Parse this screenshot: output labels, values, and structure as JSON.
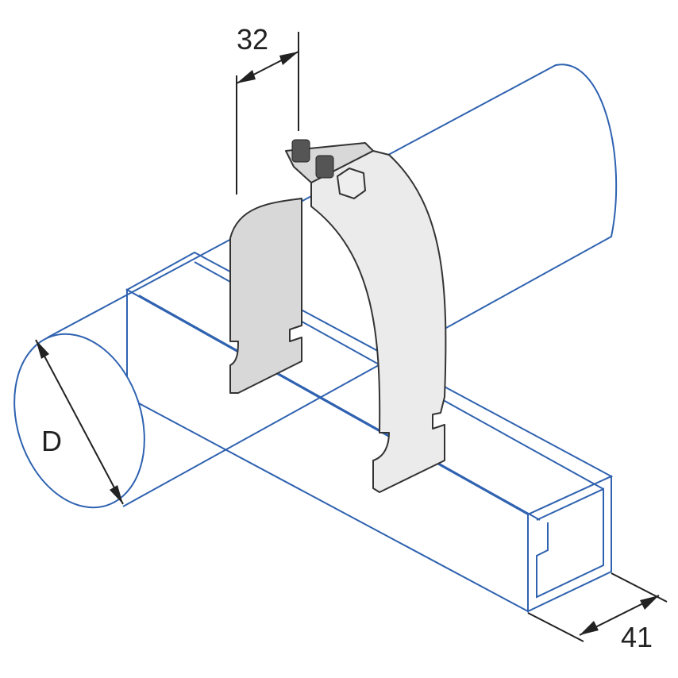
{
  "diagram": {
    "dimensions": {
      "clamp_width": "32",
      "pipe_diameter": "D",
      "channel_width": "41"
    },
    "colors": {
      "outline": "#2f62b0",
      "clamp": "#d8d8d8"
    }
  }
}
